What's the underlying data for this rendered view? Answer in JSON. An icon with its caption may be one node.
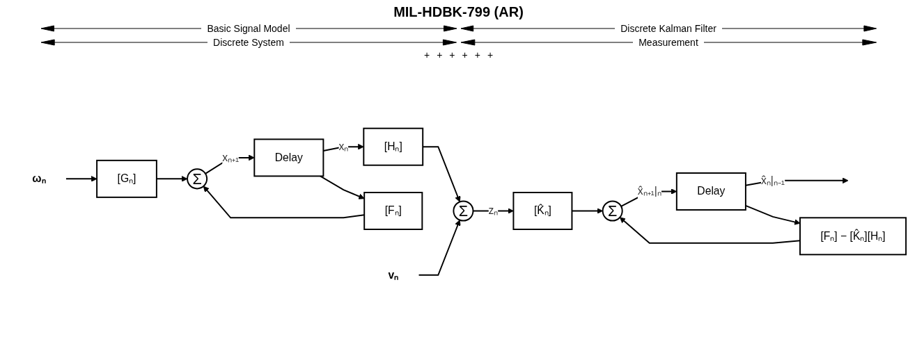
{
  "diagram": {
    "title": "MIL-HDBK-799 (AR)",
    "nodes": [
      {
        "text": [
          "ωₙ"
        ]
      },
      {
        "text": [
          "[Gₙ]"
        ]
      },
      {
        "text": [
          "Σ"
        ]
      },
      {
        "text": [
          "Delay"
        ]
      },
      {
        "text": [
          "[Fₙ]"
        ]
      },
      {
        "text": [
          "[Hₙ]"
        ]
      },
      {
        "text": [
          "vₙ"
        ]
      },
      {
        "text": [
          "Σ"
        ]
      },
      {
        "text": [
          "[K̂ₙ]"
        ]
      },
      {
        "text": [
          "Σ"
        ]
      },
      {
        "text": [
          "Delay"
        ]
      },
      {
        "text": [
          "[Fₙ] − [K̂ₙ][Hₙ]"
        ]
      }
    ],
    "edges": [
      {
        "from": 0,
        "to": 1,
        "arrow": "to"
      },
      {
        "from": 1,
        "to": 2,
        "arrow": "to"
      },
      {
        "from": 2,
        "to": 3,
        "arrow": "to",
        "label": "xₙ₊₁"
      },
      {
        "from": 3,
        "to": 5,
        "arrow": "to",
        "label": "xₙ"
      },
      {
        "from": 3,
        "to": 4,
        "arrow": "to"
      },
      {
        "from": 4,
        "to": 2,
        "arrow": "to"
      },
      {
        "from": 5,
        "to": 7,
        "arrow": "to"
      },
      {
        "from": 6,
        "to": 7,
        "arrow": "to"
      },
      {
        "from": 7,
        "to": 8,
        "arrow": "to",
        "label": "zₙ"
      },
      {
        "from": 8,
        "to": 9,
        "arrow": "to"
      },
      {
        "from": 9,
        "to": 10,
        "arrow": "to",
        "label": "x̂ₙ₊₁|ₙ"
      },
      {
        "from": 10,
        "to": null,
        "arrow": "to",
        "label": "x̂ₙ|ₙ₋₁"
      },
      {
        "from": 10,
        "to": 11,
        "arrow": "to"
      },
      {
        "from": 11,
        "to": 9,
        "arrow": "to"
      }
    ],
    "labels": [
      "Basic Signal Model",
      "Discrete Kalman Filter",
      "Discrete System",
      "Measurement",
      "+",
      "+",
      "+",
      "+",
      "+",
      "+"
    ]
  }
}
